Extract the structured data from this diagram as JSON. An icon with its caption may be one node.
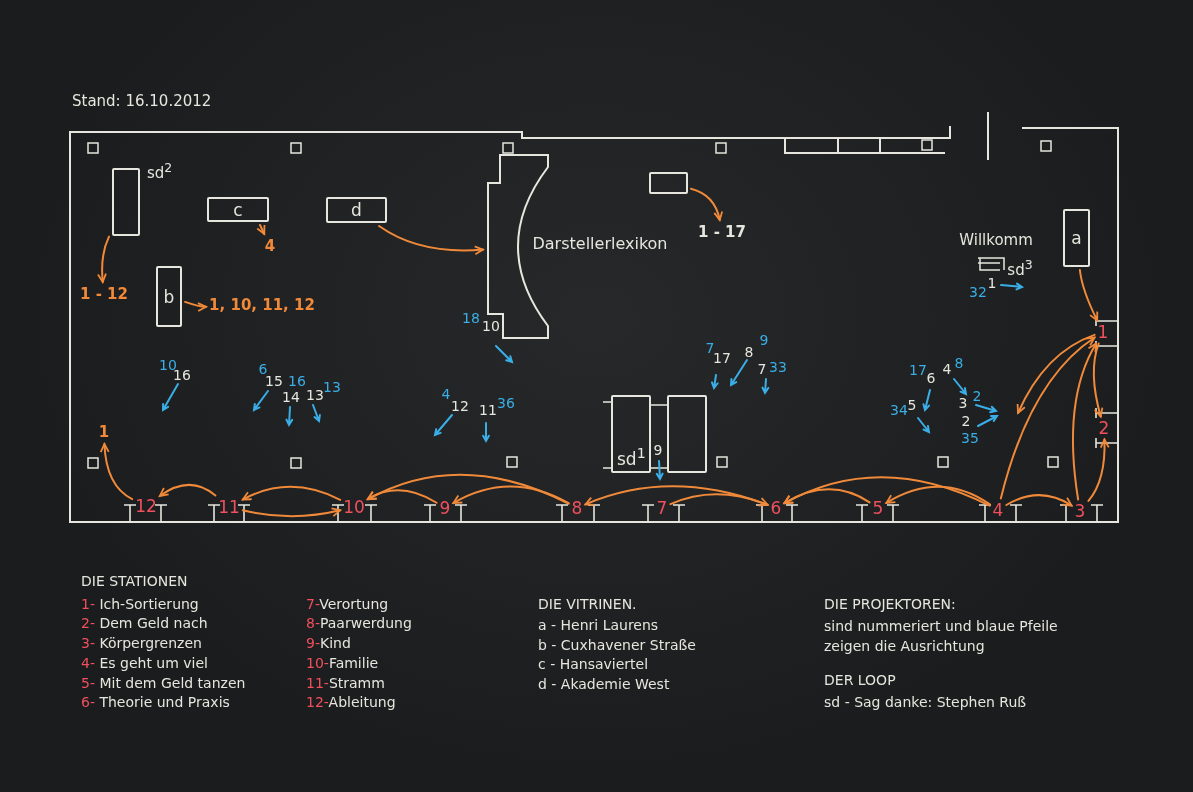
{
  "diagram": {
    "title": "Stand: 16.10.2012",
    "nodes": [
      {
        "text": [],
        "shape": "box",
        "beside": [
          "sd$^{2}$"
        ]
      },
      {
        "text": [
          "c"
        ]
      },
      {
        "text": [
          "d"
        ]
      },
      {
        "text": [
          "b"
        ]
      },
      {
        "text": [
          "1 - 12"
        ]
      },
      {
        "text": [
          "4"
        ]
      },
      {
        "text": [
          "1, 10, 11, 12"
        ]
      },
      {
        "text": [],
        "shape": "wall"
      },
      {
        "text": [],
        "shape": "box"
      },
      {
        "text": [
          "1 - 17"
        ]
      },
      {
        "text": [
          "a"
        ]
      },
      {
        "text": [
          "sd$^{1}$"
        ]
      },
      {
        "text": [],
        "shape": "box"
      },
      {
        "text": [
          "1"
        ]
      },
      {
        "text": [
          "1"
        ]
      },
      {
        "text": [
          "2"
        ]
      },
      {
        "text": [
          "3"
        ]
      },
      {
        "text": [
          "4"
        ]
      },
      {
        "text": [
          "5"
        ]
      },
      {
        "text": [
          "6"
        ]
      },
      {
        "text": [
          "7"
        ]
      },
      {
        "text": [
          "8"
        ]
      },
      {
        "text": [
          "9"
        ]
      },
      {
        "text": [
          "10"
        ]
      },
      {
        "text": [
          "11"
        ]
      },
      {
        "text": [
          "12"
        ]
      }
    ],
    "edges": [
      {
        "from": 0,
        "to": 4,
        "arrow": "to"
      },
      {
        "from": 1,
        "to": 5,
        "arrow": "to"
      },
      {
        "from": 3,
        "to": 6,
        "arrow": "to"
      },
      {
        "from": 2,
        "to": 7,
        "arrow": "to"
      },
      {
        "from": 8,
        "to": 9,
        "arrow": "to"
      },
      {
        "from": 10,
        "to": 14,
        "arrow": "to"
      },
      {
        "from": 14,
        "to": 15,
        "arrow": "to"
      },
      {
        "from": 16,
        "to": 15,
        "arrow": "to"
      },
      {
        "from": 17,
        "to": 16,
        "arrow": "to"
      },
      {
        "from": 17,
        "to": 14,
        "arrow": "to"
      },
      {
        "from": 16,
        "to": 14,
        "arrow": "to"
      },
      {
        "from": 14,
        "to": null,
        "arrow": "to"
      },
      {
        "from": 17,
        "to": 18,
        "arrow": "to"
      },
      {
        "from": 17,
        "to": 19,
        "arrow": "to"
      },
      {
        "from": 18,
        "to": 19,
        "arrow": "to"
      },
      {
        "from": 20,
        "to": 19,
        "arrow": "to"
      },
      {
        "from": 19,
        "to": 21,
        "arrow": "to"
      },
      {
        "from": 21,
        "to": 22,
        "arrow": "to"
      },
      {
        "from": 21,
        "to": 23,
        "arrow": "to"
      },
      {
        "from": 22,
        "to": 23,
        "arrow": "to"
      },
      {
        "from": 23,
        "to": 24,
        "arrow": "to"
      },
      {
        "from": 24,
        "to": 23,
        "arrow": "to"
      },
      {
        "from": 24,
        "to": 25,
        "arrow": "to"
      },
      {
        "from": 25,
        "to": 13,
        "arrow": "to"
      }
    ],
    "labels": [
      "Darstellerlexikon",
      "Willkomm",
      "sd$^{3}$",
      "10",
      "16",
      "6",
      "15",
      "16",
      "14",
      "13",
      "13",
      "18",
      "10",
      "4",
      "12",
      "11",
      "36",
      "7",
      "17",
      "8",
      "9",
      "7",
      "33",
      "9",
      "17",
      "6",
      "4",
      "8",
      "2",
      "34",
      "5",
      "3",
      "2",
      "35",
      "32",
      "1",
      "DIE STATIONEN",
      "1- Ich-Sortierung",
      "2- Dem Geld nach",
      "3- Körpergrenzen",
      "4- Es geht um viel",
      "5- Mit dem Geld tanzen",
      "6- Theorie und Praxis",
      "7-Verortung",
      "8-Paarwerdung",
      "9-Kind",
      "10-Familie",
      "11-Stramm",
      "12-Ableitung",
      "DIE VITRINEN.",
      "a - Henri Laurens",
      "b - Cuxhavener Straße",
      "c - Hansaviertel",
      "d - Akademie West",
      "DIE PROJEKTOREN:",
      "sind nummeriert und blaue Pfeile",
      "zeigen die Ausrichtung",
      "DER LOOP",
      "sd - Sag danke: Stephen Ruß"
    ]
  }
}
